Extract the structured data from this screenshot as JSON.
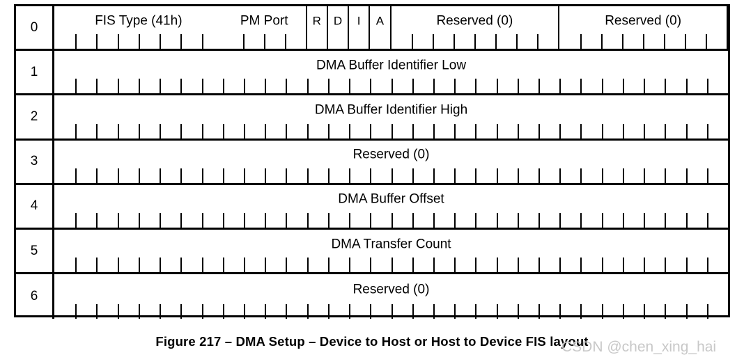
{
  "figure": {
    "caption": "Figure 217 – DMA Setup – Device to Host or Host to Device FIS layout",
    "watermark": "CSDN @chen_xing_hai",
    "bits_per_row": 32
  },
  "rows": [
    {
      "index": "0",
      "fields": [
        {
          "label": "Reserved (0)",
          "bits": 8
        },
        {
          "label": "Reserved (0)",
          "bits": 8
        },
        {
          "label": "A",
          "bits": 1
        },
        {
          "label": "I",
          "bits": 1
        },
        {
          "label": "D",
          "bits": 1
        },
        {
          "label": "R",
          "bits": 1
        },
        {
          "label": "PM Port",
          "bits": 4
        },
        {
          "label": "FIS Type (41h)",
          "bits": 8
        }
      ]
    },
    {
      "index": "1",
      "fields": [
        {
          "label": "DMA Buffer Identifier Low",
          "bits": 32
        }
      ]
    },
    {
      "index": "2",
      "fields": [
        {
          "label": "DMA Buffer Identifier High",
          "bits": 32
        }
      ]
    },
    {
      "index": "3",
      "fields": [
        {
          "label": "Reserved (0)",
          "bits": 32
        }
      ]
    },
    {
      "index": "4",
      "fields": [
        {
          "label": "DMA Buffer Offset",
          "bits": 32
        }
      ]
    },
    {
      "index": "5",
      "fields": [
        {
          "label": "DMA Transfer Count",
          "bits": 32
        }
      ]
    },
    {
      "index": "6",
      "fields": [
        {
          "label": "Reserved (0)",
          "bits": 32
        }
      ]
    }
  ]
}
